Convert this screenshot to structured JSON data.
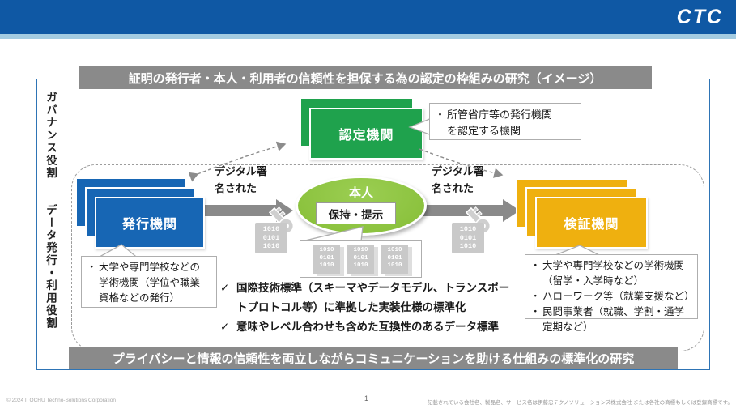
{
  "header": {
    "logo_text": "CTC"
  },
  "banners": {
    "top": "証明の発行者・本人・利用者の信頼性を担保する為の認定の枠組みの研究（イメージ）",
    "bottom": "プライバシーと情報の信頼性を両立しながらコミュニケーションを助ける仕組みの標準化の研究"
  },
  "roles": {
    "governance": "ガバナンス役割",
    "data_usage": "データ発行・利用役割"
  },
  "glyphs": {
    "bullet": "・",
    "check": "✓"
  },
  "nodes": {
    "certifier": {
      "label": "認定機関",
      "note": "所管省庁等の発行機関\nを認定する機関"
    },
    "issuer": {
      "label": "発行機関",
      "note": "大学や専門学校などの\n学術機関（学位や職業\n資格などの発行）"
    },
    "holder": {
      "label": "本人",
      "action": "保持・提示"
    },
    "verifier": {
      "label": "検証機関",
      "notes": [
        "大学や専門学校などの学術機関（留学・入学時など）",
        "ハローワーク等（就業支援など）",
        "民間事業者（就職、学割・通学定期など）"
      ]
    }
  },
  "flows": {
    "left_label": "デジタル署\n名された",
    "right_label": "デジタル署\n名された"
  },
  "standards": [
    "国際技術標準（スキーマやデータモデル、トランスポートプロトコル等）に準拠した実装仕様の標準化",
    "意味やレベル合わせも含めた互換性のあるデータ標準"
  ],
  "icon_binary": "1010\n0101\n1010",
  "colors": {
    "header_blue": "#0F58A4",
    "banner_gray": "#8A8A8A",
    "certifier_green": "#1FA24D",
    "issuer_blue": "#1766B4",
    "holder_green": "#8CC540",
    "verifier_yellow": "#EFB00F",
    "frame_blue": "#2E74B5"
  },
  "footer": {
    "copyright": "© 2024 ITOCHU Techno-Solutions Corporation",
    "page_number": "1",
    "trademark": "記載されている会社名、製品名、サービス名は伊藤忠テクノソリューションズ株式会社 または各社の商標もしくは登録商標です。"
  }
}
